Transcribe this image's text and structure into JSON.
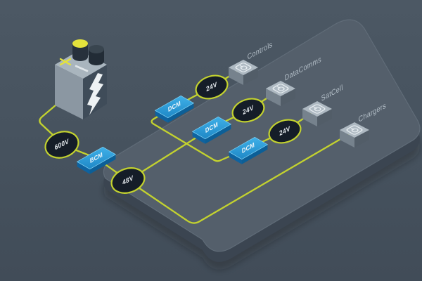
{
  "diagram": {
    "description": "Isometric power distribution illustration",
    "battery": {
      "name": "battery",
      "icons": [
        "lightning-bolt-icon",
        "battery-terminal-cap",
        "x-marking",
        "minus-dash"
      ]
    },
    "chain": [
      {
        "type": "voltage-node",
        "label": "600V"
      },
      {
        "type": "converter-module",
        "label": "BCM"
      },
      {
        "type": "voltage-node",
        "label": "48V"
      }
    ],
    "branches": [
      {
        "module": "DCM",
        "voltage": "24V",
        "load": "Controls",
        "load_icon": "power-cube-icon"
      },
      {
        "module": "DCM",
        "voltage": "24V",
        "load": "DataComms",
        "load_icon": "power-cube-icon"
      },
      {
        "module": "DCM",
        "voltage": "24V",
        "load": "SatCell",
        "load_icon": "power-cube-icon"
      },
      {
        "module": "",
        "voltage": "",
        "load": "Chargers",
        "load_icon": "power-cube-icon"
      }
    ],
    "colors": {
      "background": "#46525e",
      "platform_top": "#545f6b",
      "platform_side": "#3b4551",
      "wire": "#c3d22f",
      "module_blue_light": "#3fb0e8",
      "module_blue_dark": "#1f88c6",
      "node_fill": "#151d28",
      "battery_accent_yellow": "#e4e33c",
      "cube_top": "#aeb9c2",
      "label_text": "#b4bfc8"
    }
  }
}
